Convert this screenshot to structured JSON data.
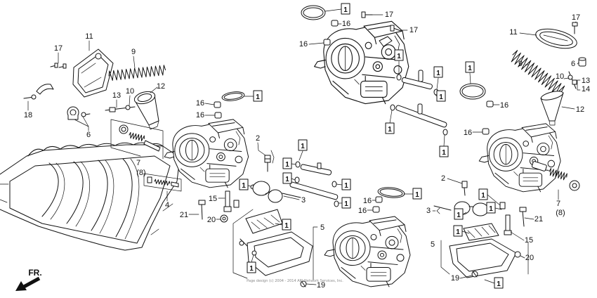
{
  "labels": {
    "n1": "1",
    "n2": "2",
    "n3": "3",
    "n4": "4",
    "n5": "5",
    "n6": "6",
    "n7": "7",
    "n8": "(8)",
    "n9": "9",
    "n10": "10",
    "n11": "11",
    "n12": "12",
    "n13": "13",
    "n14": "14",
    "n15": "15",
    "n16": "16",
    "n17": "17",
    "n18": "18",
    "n19": "19",
    "n20": "20",
    "n21": "21"
  },
  "direction_label": "FR.",
  "watermark": "Page design (c) 2004 - 2014 ARI Network Services, Inc.",
  "colors": {
    "ink": "#111111",
    "background": "#ffffff",
    "watermark": "#8a8a8a"
  }
}
